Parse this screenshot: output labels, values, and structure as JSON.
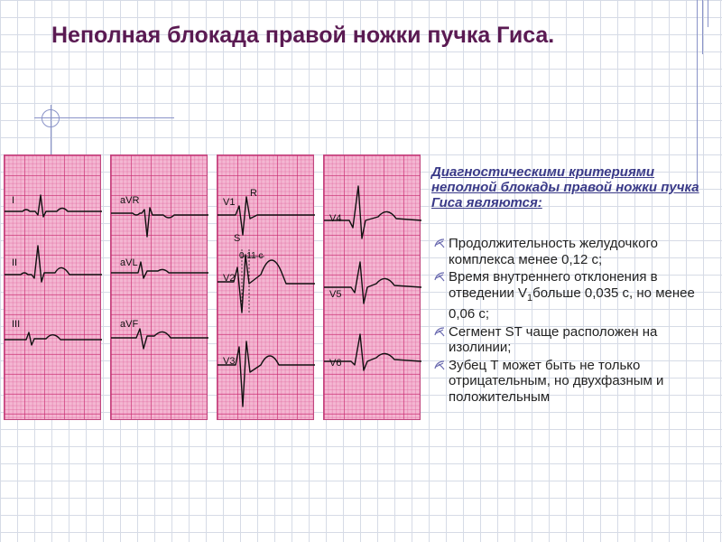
{
  "slide": {
    "title": "Неполная блокада правой ножки пучка Гиса."
  },
  "ecg": {
    "panel1": {
      "leads": [
        "I",
        "II",
        "III"
      ]
    },
    "panel2": {
      "leads": [
        "aVR",
        "aVL",
        "aVF"
      ]
    },
    "panel3": {
      "leads": [
        "V1",
        "V2",
        "V3"
      ],
      "annotations": {
        "r": "R",
        "s": "S",
        "interval": "0,11 c"
      }
    },
    "panel4": {
      "leads": [
        "V4",
        "V5",
        "V6"
      ]
    }
  },
  "criteria": {
    "heading_prefix": "Диагностическими критериями неполной блокады правой ножки пучка Гиса являются",
    "heading_suffix": ":",
    "items": [
      {
        "text": "Продолжительность желудочкого комплекса менее 0,12 с;"
      },
      {
        "text_before": "Время внутреннего отклонения в отведении V",
        "sub": "1",
        "text_after": "больше 0,035 с, но менее 0,06 с;"
      },
      {
        "text": "Сегмент ST чаще расположен на изолинии;"
      },
      {
        "text": "Зубец Т может быть не только отрицательным, но двухфазным и положительным"
      }
    ]
  },
  "colors": {
    "title": "#5a1a52",
    "heading": "#3a3a88",
    "ecg_paper": "#f4b7d2",
    "ecg_grid": "#c8286e",
    "bullet": "#6a6ab0"
  }
}
